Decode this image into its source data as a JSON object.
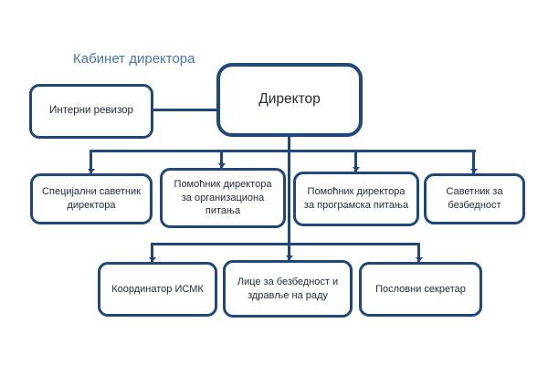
{
  "title": "Кабинет директора",
  "colors": {
    "line_color": "#1f4878",
    "title_color": "#4a74ab",
    "text_color": "#242a3a",
    "background_color": "#ffffff"
  },
  "nodes": {
    "director": {
      "lines": [
        "Директор"
      ]
    },
    "internal_auditor": {
      "lines": [
        "Интерни ревизор"
      ]
    },
    "row2": [
      {
        "lines": [
          "Специјални саветник",
          "директора"
        ]
      },
      {
        "lines": [
          "Помоћник директора",
          "за организациона",
          "питања"
        ]
      },
      {
        "lines": [
          "Помоћник директора",
          "за програмска питања"
        ]
      },
      {
        "lines": [
          "Саветник за",
          "безбедност"
        ]
      }
    ],
    "row3": [
      {
        "lines": [
          "Координатор ИСМК"
        ]
      },
      {
        "lines": [
          "Лице за безбедност и",
          "здравље на раду"
        ]
      },
      {
        "lines": [
          "Пословни секретар"
        ]
      }
    ]
  }
}
